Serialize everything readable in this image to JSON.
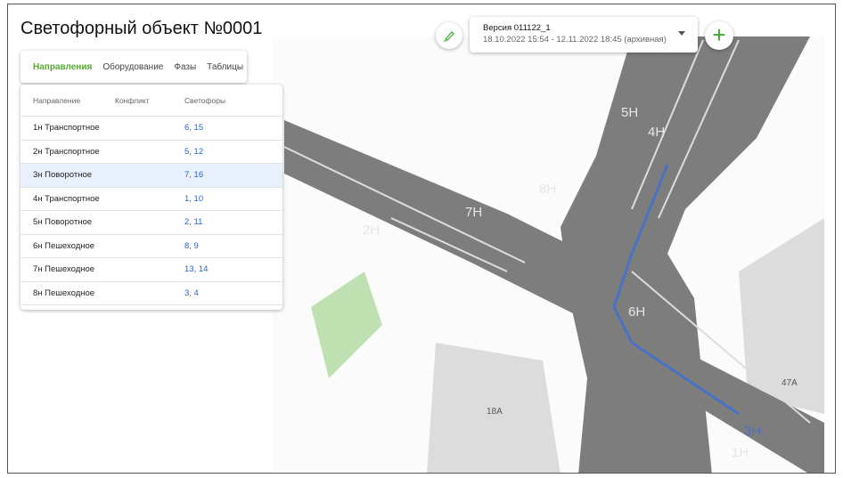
{
  "title": "Светофорный объект №0001",
  "tabs": [
    "Направления",
    "Оборудование",
    "Фазы",
    "Таблицы"
  ],
  "table": {
    "headers": [
      "Направление",
      "Конфликт",
      "Светофоры"
    ],
    "rows": [
      {
        "name": "1н Транспортное",
        "conflict": "",
        "lights": "6, 15"
      },
      {
        "name": "2н Транспортное",
        "conflict": "",
        "lights": "5, 12"
      },
      {
        "name": "3н Поворотное",
        "conflict": "",
        "lights": "7, 16",
        "selected": true
      },
      {
        "name": "4н Транспортное",
        "conflict": "",
        "lights": "1, 10"
      },
      {
        "name": "5н Поворотное",
        "conflict": "",
        "lights": "2, 11"
      },
      {
        "name": "6н Пешеходное",
        "conflict": "",
        "lights": "8, 9"
      },
      {
        "name": "7н Пешеходное",
        "conflict": "",
        "lights": "13, 14"
      },
      {
        "name": "8н Пешеходное",
        "conflict": "",
        "lights": "3, 4"
      }
    ]
  },
  "version": {
    "name": "Версия 011122_1",
    "range": "18.10.2022 15:54 - 12.11.2022 18:45 (архивная)"
  },
  "map": {
    "labels": [
      "1Н",
      "2Н",
      "3Н",
      "4Н",
      "5Н",
      "6Н",
      "7Н",
      "8Н"
    ],
    "buildings": [
      "18А",
      "47А"
    ]
  },
  "colors": {
    "accent": "#5aa63a",
    "link": "#2a62c9",
    "road": "#7d7d7d"
  },
  "icons": {
    "edit": "pencil-icon",
    "add": "plus-icon",
    "dropdown": "caret-down-icon"
  }
}
